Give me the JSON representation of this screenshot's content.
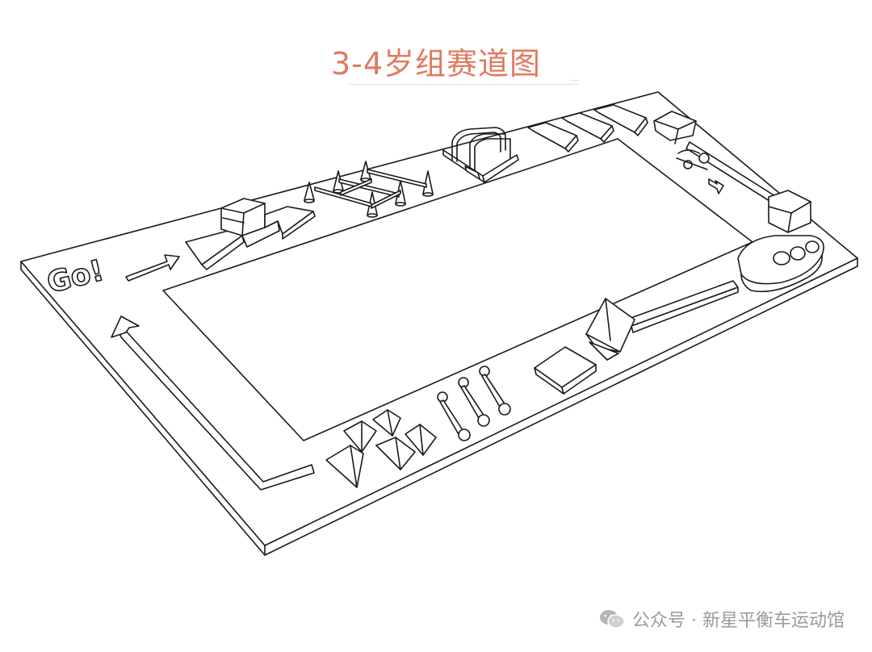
{
  "title": "3-4岁组赛道图",
  "start_label": "Go!",
  "watermark": {
    "icon": "wechat-icon",
    "text": "公众号 · 新星平衡车运动馆"
  },
  "colors": {
    "title": "#e07a5f",
    "line": "#1a1a1a",
    "watermark": "#9a9a9a"
  }
}
